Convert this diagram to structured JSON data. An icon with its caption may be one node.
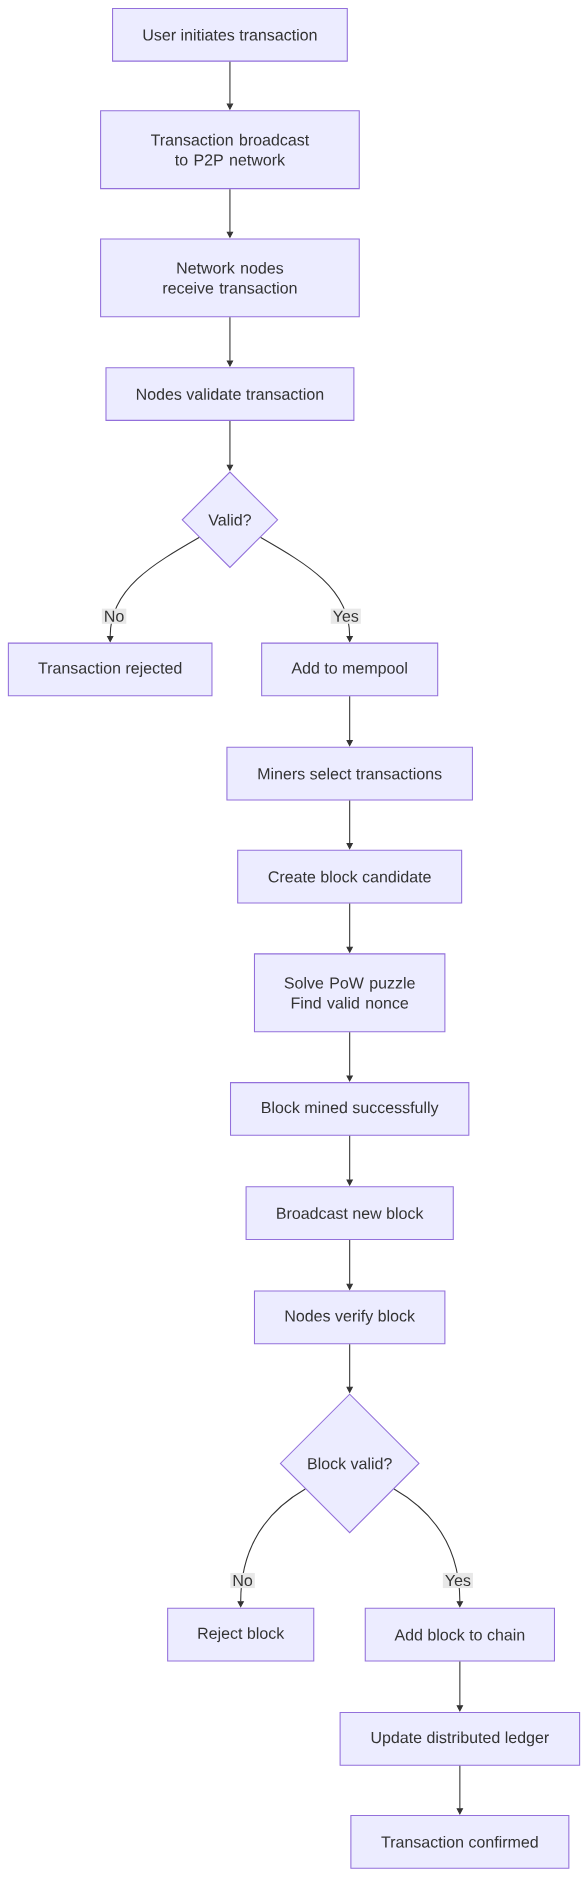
{
  "diagram": {
    "nodes": [
      {
        "text": [
          "User initiates transaction"
        ]
      },
      {
        "text": [
          "Transaction broadcast to P2P network"
        ]
      },
      {
        "text": [
          "Network nodes receive transaction"
        ]
      },
      {
        "text": [
          "Nodes validate transaction"
        ]
      },
      {
        "text": [
          "Valid?"
        ]
      },
      {
        "text": [
          "Transaction rejected"
        ]
      },
      {
        "text": [
          "Add to mempool"
        ]
      },
      {
        "text": [
          "Miners select transactions"
        ]
      },
      {
        "text": [
          "Create block candidate"
        ]
      },
      {
        "text": [
          "Solve PoW puzzle Find valid nonce"
        ]
      },
      {
        "text": [
          "Block mined successfully"
        ]
      },
      {
        "text": [
          "Broadcast new block"
        ]
      },
      {
        "text": [
          "Nodes verify block"
        ]
      },
      {
        "text": [
          "Block valid?"
        ]
      },
      {
        "text": [
          "Reject block"
        ]
      },
      {
        "text": [
          "Add block to chain"
        ]
      },
      {
        "text": [
          "Update distributed ledger"
        ]
      },
      {
        "text": [
          "Transaction confirmed"
        ]
      }
    ],
    "edges": [
      {
        "from": 0,
        "to": 1,
        "arrow": "to"
      },
      {
        "from": 1,
        "to": 2,
        "arrow": "to"
      },
      {
        "from": 2,
        "to": 3,
        "arrow": "to"
      },
      {
        "from": 3,
        "to": 4,
        "arrow": "to"
      },
      {
        "from": 4,
        "to": 5,
        "arrow": "to",
        "label": "No"
      },
      {
        "from": 4,
        "to": 6,
        "arrow": "to",
        "label": "Yes"
      },
      {
        "from": 6,
        "to": 7,
        "arrow": "to"
      },
      {
        "from": 7,
        "to": 8,
        "arrow": "to"
      },
      {
        "from": 8,
        "to": 9,
        "arrow": "to"
      },
      {
        "from": 9,
        "to": 10,
        "arrow": "to"
      },
      {
        "from": 10,
        "to": 11,
        "arrow": "to"
      },
      {
        "from": 11,
        "to": 12,
        "arrow": "to"
      },
      {
        "from": 12,
        "to": 13,
        "arrow": "to"
      },
      {
        "from": 13,
        "to": 14,
        "arrow": "to",
        "label": "No"
      },
      {
        "from": 13,
        "to": 15,
        "arrow": "to",
        "label": "Yes"
      },
      {
        "from": 15,
        "to": 16,
        "arrow": "to"
      },
      {
        "from": 16,
        "to": 17,
        "arrow": "to"
      }
    ]
  }
}
